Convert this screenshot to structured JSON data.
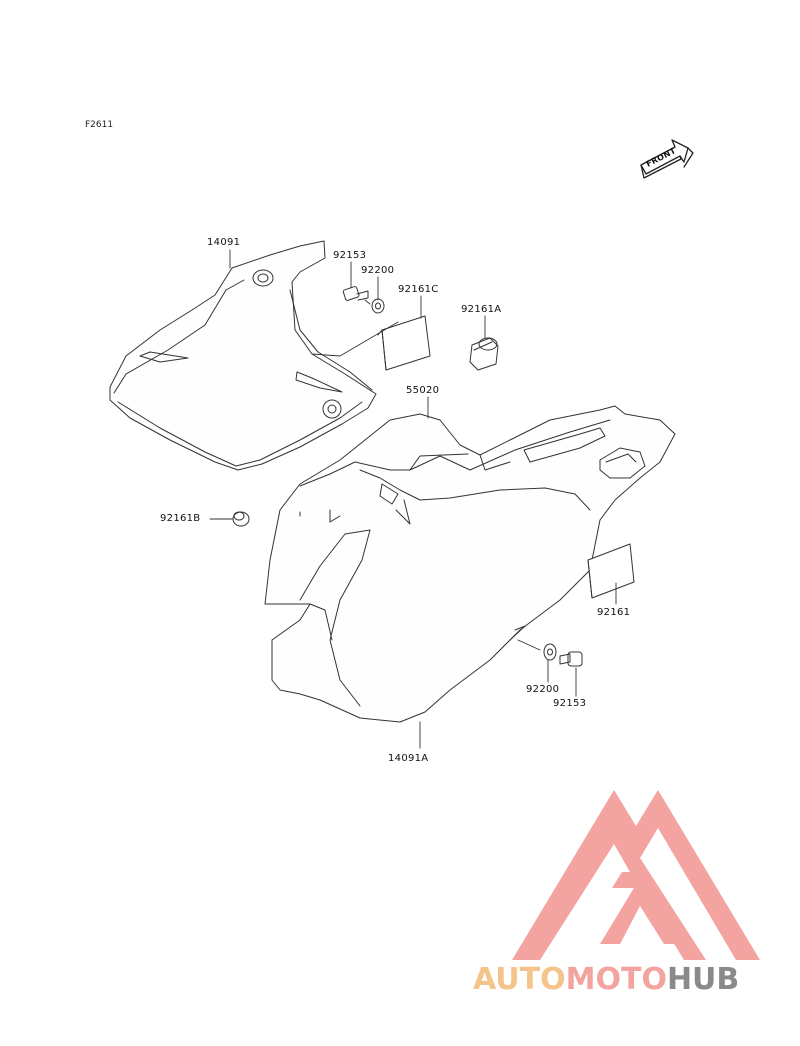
{
  "figure": {
    "code": "F2611",
    "front_label": "FRONT"
  },
  "parts": {
    "p14091": "14091",
    "p92153_top": "92153",
    "p92200_top": "92200",
    "p92161C": "92161C",
    "p92161A": "92161A",
    "p55020": "55020",
    "p92161B": "92161B",
    "p92161": "92161",
    "p92200_bot": "92200",
    "p92153_bot": "92153",
    "p14091A": "14091A"
  },
  "brand": {
    "part1": "AUTO",
    "part2": "MOTO",
    "part3": "HUB",
    "colors": {
      "auto": "#f5c48a",
      "moto": "#f3a3a0",
      "hub": "#8a8a8a",
      "logo": "#f3a3a0"
    }
  }
}
